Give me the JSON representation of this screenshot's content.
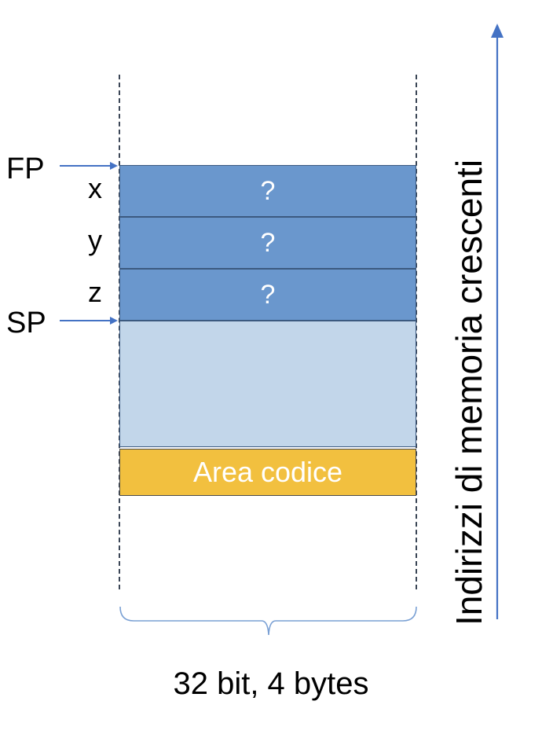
{
  "pointers": {
    "fp": "FP",
    "sp": "SP"
  },
  "variables": [
    {
      "name": "x",
      "value": "?"
    },
    {
      "name": "y",
      "value": "?"
    },
    {
      "name": "z",
      "value": "?"
    }
  ],
  "code_area": "Area codice",
  "width_label": "32 bit, 4 bytes",
  "axis_label": "Indirizzi di memoria crescenti",
  "colors": {
    "variable_cell": "#6a97cd",
    "free_stack": "#c2d6ea",
    "code_area": "#f2c03f",
    "arrow": "#4472c4"
  }
}
